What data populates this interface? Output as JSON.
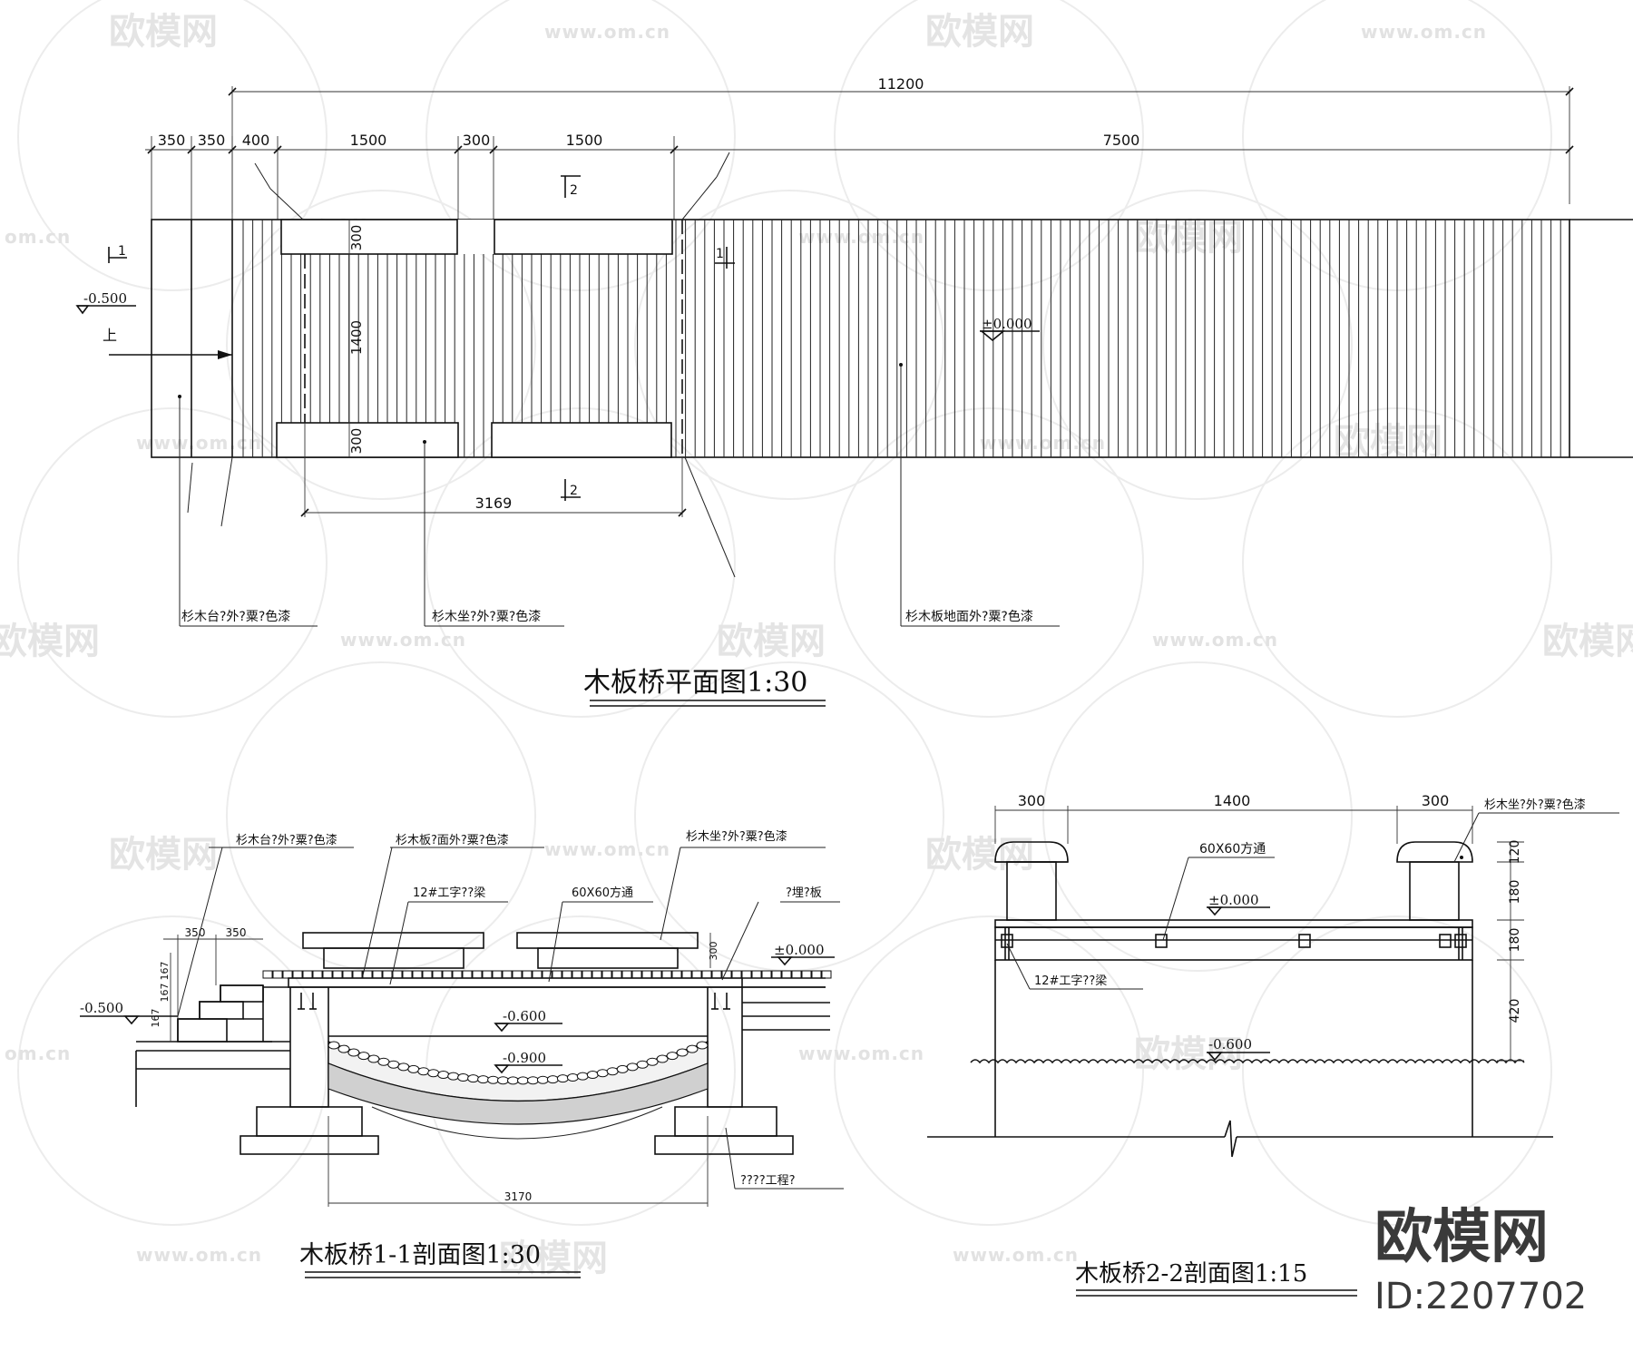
{
  "plan": {
    "title": "木板桥平面图1:30",
    "dims_top": {
      "total": "11200",
      "d350a": "350",
      "d350b": "350",
      "d400": "400",
      "d1500a": "1500",
      "d300": "300",
      "d1500b": "1500",
      "d7500": "7500"
    },
    "dim_bottom": "3169",
    "bench_dims": {
      "top": "300",
      "mid": "1400",
      "bot": "300"
    },
    "elev_left": "-0.500",
    "elev_center": "±0.000",
    "up_label": "上",
    "section_marks": {
      "s1": "1",
      "s2": "2"
    },
    "labels": {
      "platform": "杉木台?外?粟?色漆",
      "bench": "杉木坐?外?粟?色漆",
      "deck": "杉木板地面外?粟?色漆"
    }
  },
  "section11": {
    "title": "木板桥1-1剖面图1:30",
    "labels": {
      "platform": "杉木台?外?粟?色漆",
      "board": "杉木板?面外?粟?色漆",
      "bench": "杉木坐?外?粟?色漆",
      "beam": "12#工字??梁",
      "tube": "60X60方通",
      "plate": "?埋?板",
      "found": "????工程?"
    },
    "dims": {
      "d350a": "350",
      "d350b": "350",
      "d167a": "167",
      "d167b": "167",
      "d167c": "167",
      "d300": "300",
      "d3170": "3170"
    },
    "elevs": {
      "e0": "±0.000",
      "em05": "-0.500",
      "em06": "-0.600",
      "em09": "-0.900"
    }
  },
  "section22": {
    "title": "木板桥2-2剖面图1:15",
    "dims": {
      "d300a": "300",
      "d1400": "1400",
      "d300b": "300",
      "d120": "120",
      "d180a": "180",
      "d180b": "180",
      "d420": "420"
    },
    "labels": {
      "bench": "杉木坐?外?粟?色漆",
      "tube": "60X60方通",
      "beam": "12#工字??梁"
    },
    "elevs": {
      "e0": "±0.000",
      "em06": "-0.600"
    }
  },
  "watermark": {
    "brand": "欧模网",
    "url": "www.om.cn",
    "url_short": "om.cn",
    "id": "ID:2207702"
  }
}
